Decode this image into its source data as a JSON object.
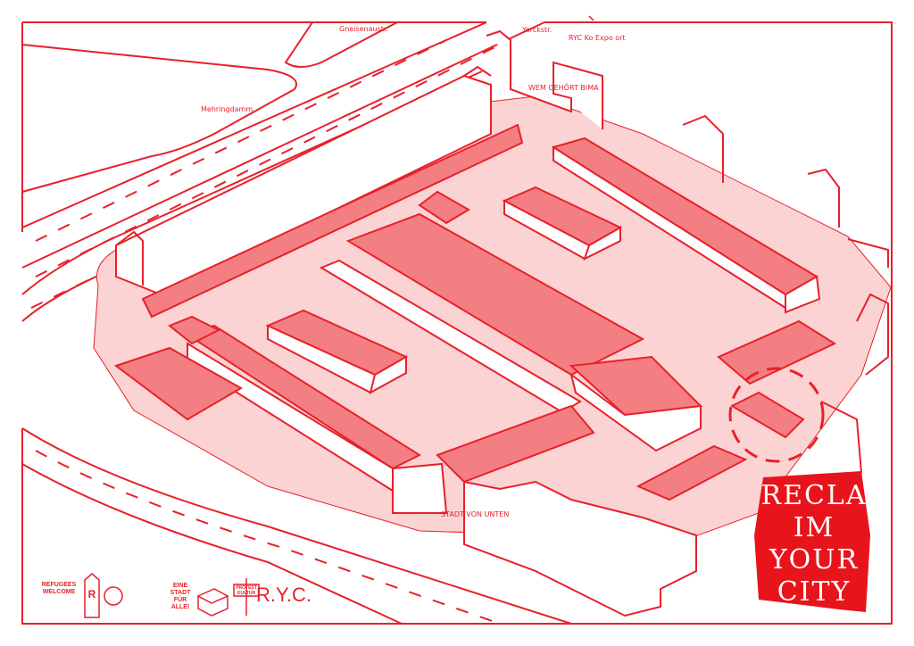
{
  "colors": {
    "line": "#e8202a",
    "ground": "#fbd3d3",
    "roof": "#f47f82",
    "accent": "#e8141c"
  },
  "streets": {
    "gneisenau": "Gneisenaustr.",
    "yorck": "Yorckstr.",
    "mehringdamm": "Mehringdamm"
  },
  "annotations": {
    "expo": "RYC Ko Expo ort",
    "bima": "WEM GEHÖRT BIMA",
    "stadt_von_unten": "STADT VON UNTEN"
  },
  "poster": {
    "lines": [
      "RECLA",
      "IM YOUR",
      "CITY"
    ]
  },
  "logos": {
    "refugees": "REFUGEES WELCOME",
    "r": "R",
    "eine_stadt": "EINE STADT FÜR ALLE!",
    "protest": "PROTEST KULTUR",
    "ryc": "R.Y.C."
  }
}
